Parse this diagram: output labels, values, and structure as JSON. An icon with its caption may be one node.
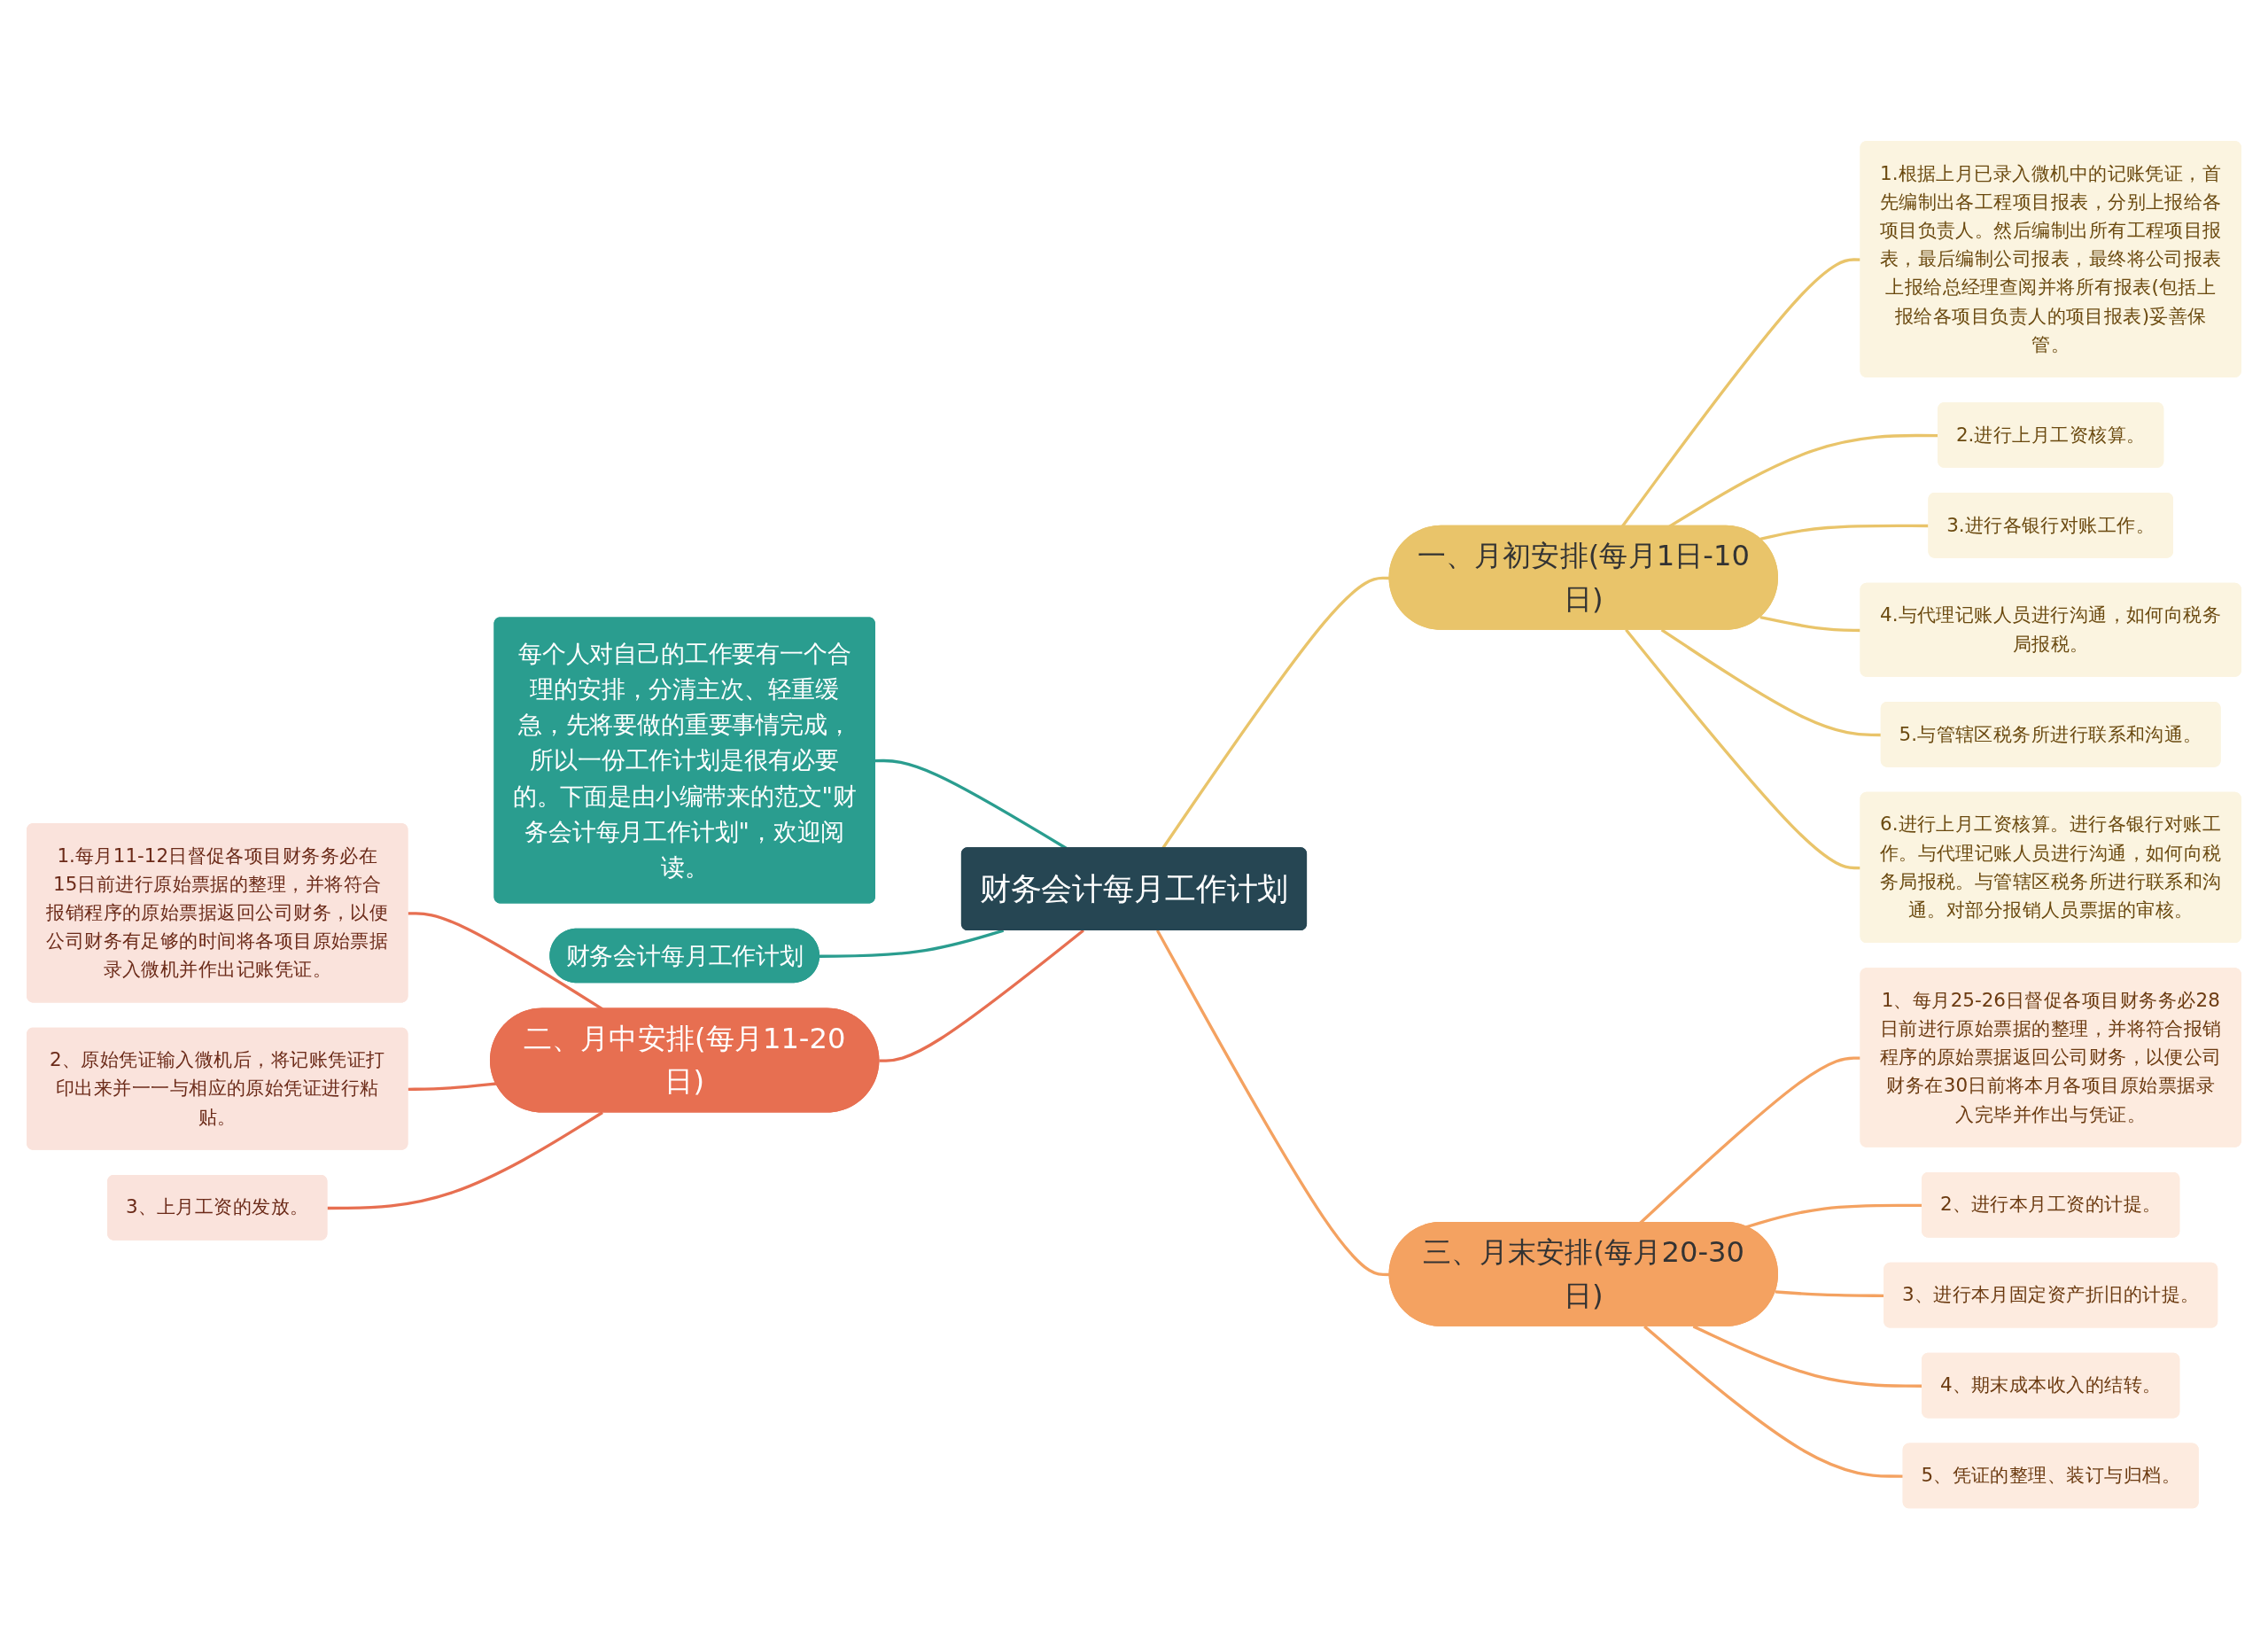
{
  "diagram": {
    "nodes": [
      {
        "text": [
          "财务会计每月工作计划"
        ]
      },
      {
        "text": [
          "每个人对自己的工作要有一个合理的安排，分清主次、轻重缓急，先将要做的重要事情完成，所以一份工作计划是很有必要的。下面是由小编带来的范文\"财务会计每月工作计划\"，欢迎阅读。"
        ]
      },
      {
        "text": [
          "财务会计每月工作计划"
        ]
      },
      {
        "text": [
          "一、月初安排(每月1日-10日)"
        ]
      },
      {
        "text": [
          "1.根据上月已录入微机中的记账凭证，首先编制出各工程项目报表，分别上报给各项目负责人。然后编制出所有工程项目报表，最后编制公司报表，最终将公司报表上报给总经理查阅并将所有报表(包括上报给各项目负责人的项目报表)妥善保管。"
        ]
      },
      {
        "text": [
          "2.进行上月工资核算。"
        ]
      },
      {
        "text": [
          "3.进行各银行对账工作。"
        ]
      },
      {
        "text": [
          "4.与代理记账人员进行沟通，如何向税务局报税。"
        ]
      },
      {
        "text": [
          "5.与管辖区税务所进行联系和沟通。"
        ]
      },
      {
        "text": [
          "6.进行上月工资核算。进行各银行对账工作。与代理记账人员进行沟通，如何向税务局报税。与管辖区税务所进行联系和沟通。对部分报销人员票据的审核。"
        ]
      },
      {
        "text": [
          "二、月中安排(每月11-20日)"
        ]
      },
      {
        "text": [
          "1.每月11-12日督促各项目财务务必在15日前进行原始票据的整理，并将符合报销程序的原始票据返回公司财务，以便公司财务有足够的时间将各项目原始票据录入微机并作出记账凭证。"
        ]
      },
      {
        "text": [
          "2、原始凭证输入微机后，将记账凭证打印出来并一一与相应的原始凭证进行粘贴。"
        ]
      },
      {
        "text": [
          "3、上月工资的发放。"
        ]
      },
      {
        "text": [
          "三、月末安排(每月20-30日)"
        ]
      },
      {
        "text": [
          "1、每月25-26日督促各项目财务务必28日前进行原始票据的整理，并将符合报销程序的原始票据返回公司财务，以便公司财务在30日前将本月各项目原始票据录入完毕并作出与凭证。"
        ]
      },
      {
        "text": [
          "2、进行本月工资的计提。"
        ]
      },
      {
        "text": [
          "3、进行本月固定资产折旧的计提。"
        ]
      },
      {
        "text": [
          "4、期末成本收入的结转。"
        ]
      },
      {
        "text": [
          "5、凭证的整理、装订与归档。"
        ]
      }
    ],
    "edges": [
      {
        "from": 0,
        "to": 1,
        "arrow": "none",
        "color": "#2a9d8f"
      },
      {
        "from": 0,
        "to": 2,
        "arrow": "none",
        "color": "#2a9d8f"
      },
      {
        "from": 0,
        "to": 3,
        "arrow": "none",
        "color": "#e9c46a"
      },
      {
        "from": 3,
        "to": 4,
        "arrow": "none",
        "color": "#e9c46a"
      },
      {
        "from": 3,
        "to": 5,
        "arrow": "none",
        "color": "#e9c46a"
      },
      {
        "from": 3,
        "to": 6,
        "arrow": "none",
        "color": "#e9c46a"
      },
      {
        "from": 3,
        "to": 7,
        "arrow": "none",
        "color": "#e9c46a"
      },
      {
        "from": 3,
        "to": 8,
        "arrow": "none",
        "color": "#e9c46a"
      },
      {
        "from": 3,
        "to": 9,
        "arrow": "none",
        "color": "#e9c46a"
      },
      {
        "from": 0,
        "to": 10,
        "arrow": "none",
        "color": "#e76f51"
      },
      {
        "from": 10,
        "to": 11,
        "arrow": "none",
        "color": "#e76f51"
      },
      {
        "from": 10,
        "to": 12,
        "arrow": "none",
        "color": "#e76f51"
      },
      {
        "from": 10,
        "to": 13,
        "arrow": "none",
        "color": "#e76f51"
      },
      {
        "from": 0,
        "to": 14,
        "arrow": "none",
        "color": "#f4a261"
      },
      {
        "from": 14,
        "to": 15,
        "arrow": "none",
        "color": "#f4a261"
      },
      {
        "from": 14,
        "to": 16,
        "arrow": "none",
        "color": "#f4a261"
      },
      {
        "from": 14,
        "to": 17,
        "arrow": "none",
        "color": "#f4a261"
      },
      {
        "from": 14,
        "to": 18,
        "arrow": "none",
        "color": "#f4a261"
      },
      {
        "from": 14,
        "to": 19,
        "arrow": "none",
        "color": "#f4a261"
      }
    ]
  }
}
